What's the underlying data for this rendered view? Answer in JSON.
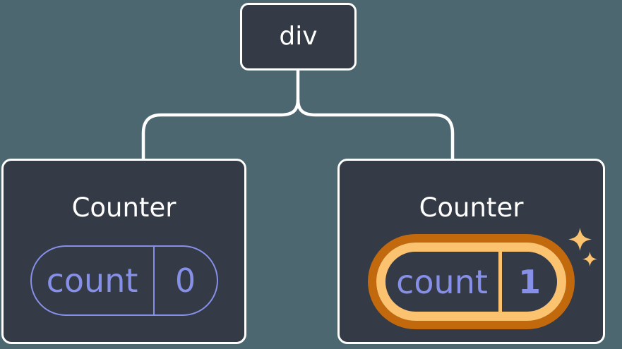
{
  "colors": {
    "canvas_bg": "#4c6770",
    "node_bg": "#343a46",
    "node_border": "#ffffff",
    "connector": "#ffffff",
    "accent_purple": "#8790e8",
    "highlight_orange_light": "#fbc36f",
    "highlight_orange_dark": "#c2690e",
    "title_text": "#ffffff"
  },
  "tree": {
    "root": {
      "label": "div"
    },
    "children": [
      {
        "title": "Counter",
        "state": {
          "key": "count",
          "value": "0"
        },
        "highlighted": false
      },
      {
        "title": "Counter",
        "state": {
          "key": "count",
          "value": "1"
        },
        "highlighted": true
      }
    ]
  },
  "icons": {
    "sparkle_large": "sparkle-icon",
    "sparkle_small": "sparkle-icon"
  }
}
